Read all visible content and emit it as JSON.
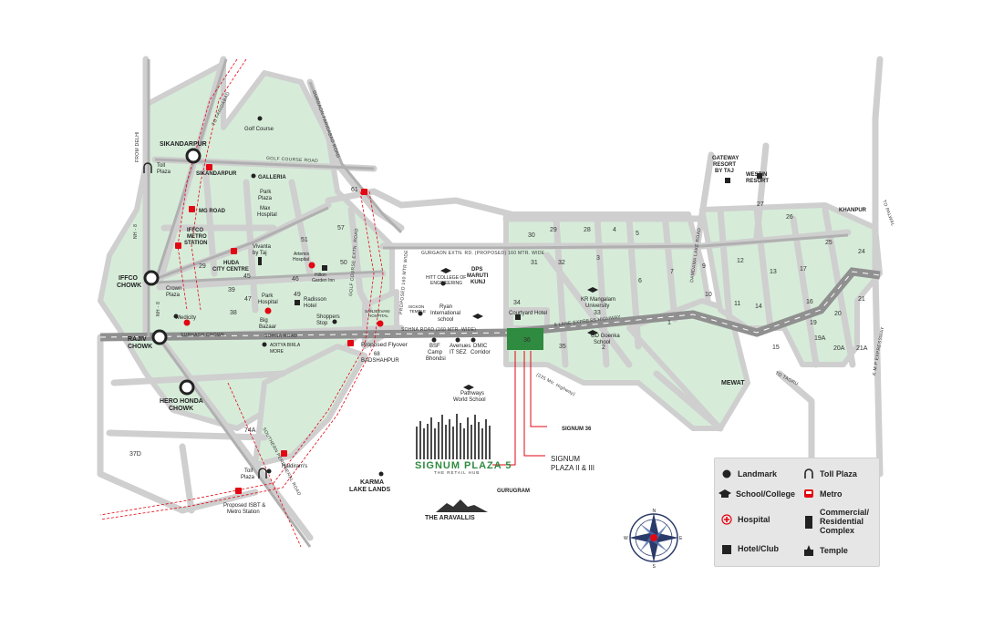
{
  "colors": {
    "land": "#d6ecd9",
    "roads": "#cfcfcf",
    "highway": "#909090",
    "metro": "#e30613",
    "project": "#2e8b3f",
    "legend_bg": "#e6e6e6"
  },
  "junctions": {
    "sikandarpur": "SIKANDARPUR",
    "iffco": "IFFCO\nCHOWK",
    "rajiv": "RAJIV\nCHOWK",
    "hero_honda": "HERO HONDA\nCHOWK"
  },
  "metro_stations": {
    "sikandarpur": "SIKANDARPUR",
    "mg_road": "MG ROAD",
    "iffco": "IFFCO\nMETRO\nSTATION",
    "huda": "HUDA\nCITY CENTRE",
    "isbt": "Proposed ISBT &\nMetro Station"
  },
  "roads": {
    "from_delhi": "FROM DELHI",
    "nh8_top": "NH - 8",
    "nh8_bottom": "NH - 8",
    "to_faridabad": "TO FARIDABAD",
    "golf_course_road": "GOLF COURSE ROAD",
    "gurgaon_extn": "GURGAON EXTN. RD. (PROPOSED) 160 MTR. WIDE",
    "sohna_road_left": "SOHNA ROAD",
    "sohna_road_main": "SOHNA ROAD (160 MTR. WIDE)",
    "expressway": "8 LANE EXPRESS HIGHWAY",
    "mehrauli": "DAMDAMA LAKE ROAD",
    "golf_course_extn": "GOLF COURSE EXTN. ROAD",
    "proposed_extn": "PROPOSED 160 MTR WIDE",
    "southern": "SOUTHERN PERIPHERAL ROAD",
    "to_palwal": "TO PALWAL",
    "kmp": "K M P EXPRESSWAY",
    "to_taoru": "TO TAORU",
    "mtr_highway": "(225 Mtr. Highway)",
    "subhash_chowk": "SUBHASH CHOWK",
    "upper_gurgaon": "GURGAON-FARIDABAD ROAD"
  },
  "places": {
    "golf_course": "Golf Course",
    "galleria": "GALLERIA",
    "park_plaza": "Park\nPlaza",
    "max_hospital": "Max\nHospital",
    "vivanta": "Vivanta\nby Taj",
    "artemis": "Artemis\nHospital",
    "hilton": "Hilton\nGarden Inn",
    "crown_plaza": "Crown\nPlaza",
    "medicity": "Medicity",
    "park_hospital": "Park\nHospital",
    "radisson": "Radisson\nHotel",
    "shoppers_stop": "Shoppers\nStop",
    "big_bazaar": "Big\nBazaar",
    "aditya_birla": "ADITYA BIRLA\nMORE",
    "sanjeevani": "SANJEEVANI\nHOSPITAL",
    "proposed_flyover": "Proposed Flyover",
    "badshahpur": "68\nBADSHAHPUR",
    "iskcon": "ISCKON\nTEMPLE",
    "hitt": "HITT COLLEGE OF\nENGINEERING",
    "ryan": "Ryan\nInternational\nschool",
    "dps": "DPS\nMARUTI\nKUNJ",
    "courtyard": "Courtyard Hotel",
    "bsf": "BSF\nCamp\nBhondsi",
    "avenues": "Avenues\nIT SEZ",
    "dmic": "DMIC\nCorridor",
    "pathways": "Pathways\nWorld School",
    "kr_mangalam": "KR Mangalam\nUniversity",
    "gd_goenka": "GD Goenka\nSchool",
    "gateway": "GATEWAY\nRESORT\nBY TAJ",
    "westin": "WESTIN\nRESORT",
    "khanpur": "KHANPUR",
    "mewat": "MEWAT",
    "gurugram": "GURUGRAM",
    "karma_lake": "KARMA\nLAKE LANDS",
    "aravallis": "THE ARAVALLIS",
    "haldirams": "Haldiram's",
    "toll_plaza_top": "Toll\nPlaza",
    "toll_plaza_bottom": "Toll\nPlaza",
    "signum36": "SIGNUM 36",
    "signum_ii_iii": "SIGNUM\nPLAZA II & III"
  },
  "brand": {
    "name": "SIGNUM PLAZA 5",
    "tagline": "THE RETAIL HUB"
  },
  "sectors": [
    "61",
    "57",
    "51",
    "50",
    "45",
    "46",
    "47",
    "49",
    "39",
    "38",
    "29",
    "74A",
    "37D",
    "30",
    "31",
    "32",
    "34",
    "35",
    "36",
    "29",
    "28",
    "4",
    "5",
    "3",
    "33",
    "6",
    "7",
    "1",
    "2",
    "9",
    "10",
    "11",
    "12",
    "13",
    "14",
    "15",
    "16",
    "17",
    "19",
    "19A",
    "20",
    "20A",
    "21",
    "21A",
    "24",
    "25",
    "26",
    "27"
  ],
  "legend": {
    "landmark": "Landmark",
    "toll": "Toll Plaza",
    "school": "School/College",
    "metro": "Metro",
    "hospital": "Hospital",
    "commercial": "Commercial/\nResidential\nComplex",
    "hotel": "Hotel/Club",
    "temple": "Temple"
  },
  "compass": {
    "n": "N",
    "s": "S",
    "e": "E",
    "w": "W"
  }
}
